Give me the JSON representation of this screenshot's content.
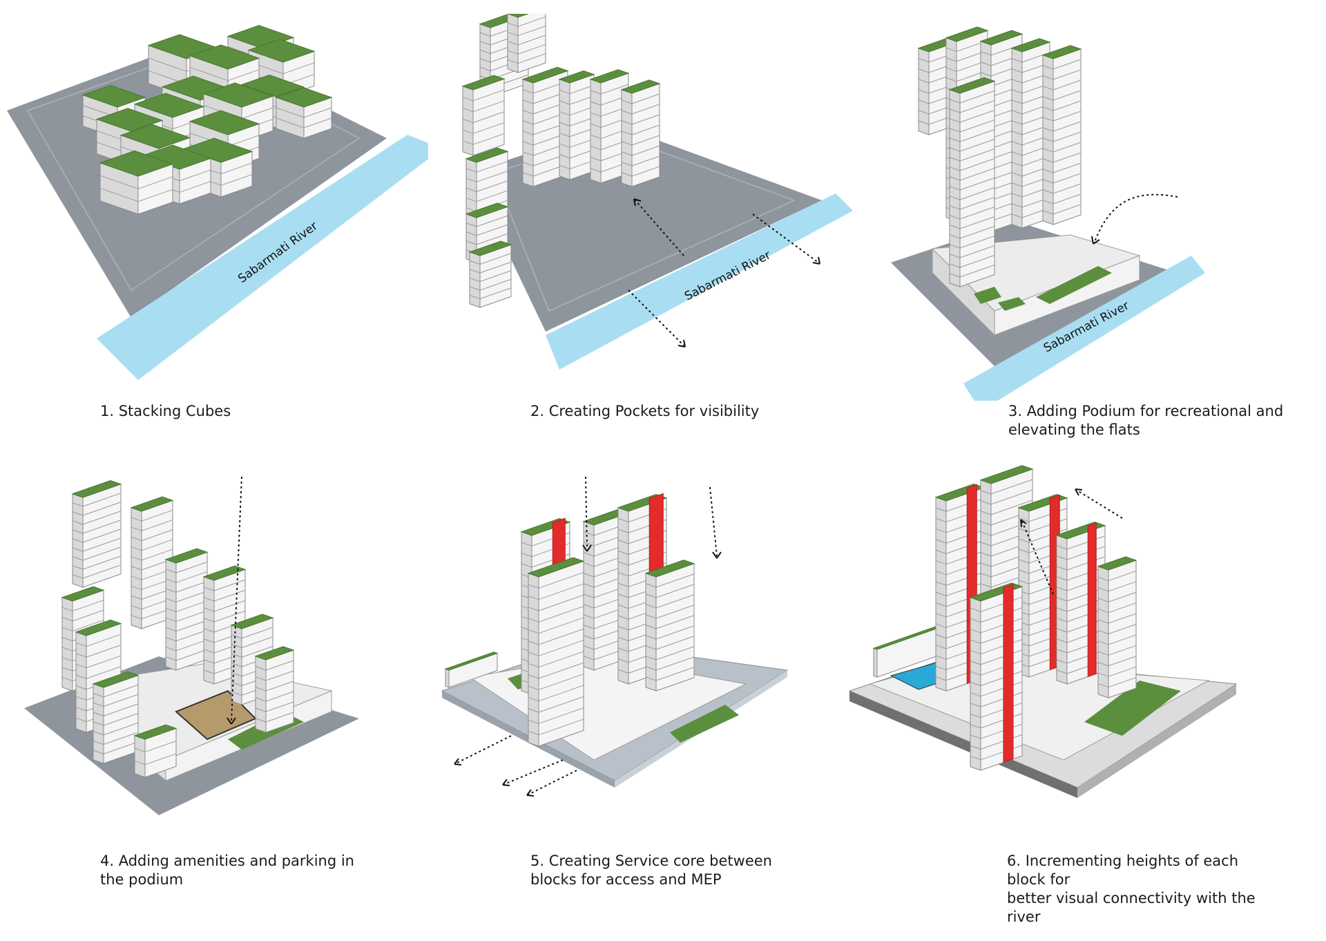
{
  "diagram": {
    "river_name": "Sabarmati River",
    "colors": {
      "site": "#8e959c",
      "site_inset": "#9ba1a7",
      "river": "#a9def2",
      "roof": "#5b8f3e",
      "floor_light": "#f5f5f5",
      "floor_dark": "#d9d9d9",
      "core": "#e32b2b",
      "water": "#28a9d6",
      "podium": "#ececec",
      "court": "#b59a6c"
    },
    "steps": [
      {
        "number": "1",
        "caption": "1. Stacking Cubes"
      },
      {
        "number": "2",
        "caption": "2. Creating Pockets for visibility"
      },
      {
        "number": "3",
        "caption": "3. Adding Podium for recreational and\nelevating the flats"
      },
      {
        "number": "4",
        "caption": "4. Adding amenities and parking in\nthe podium"
      },
      {
        "number": "5",
        "caption": "5. Creating Service core between\nblocks for access and MEP"
      },
      {
        "number": "6",
        "caption": "6. Incrementing heights of each block for\nbetter visual connectivity with the river"
      }
    ]
  }
}
